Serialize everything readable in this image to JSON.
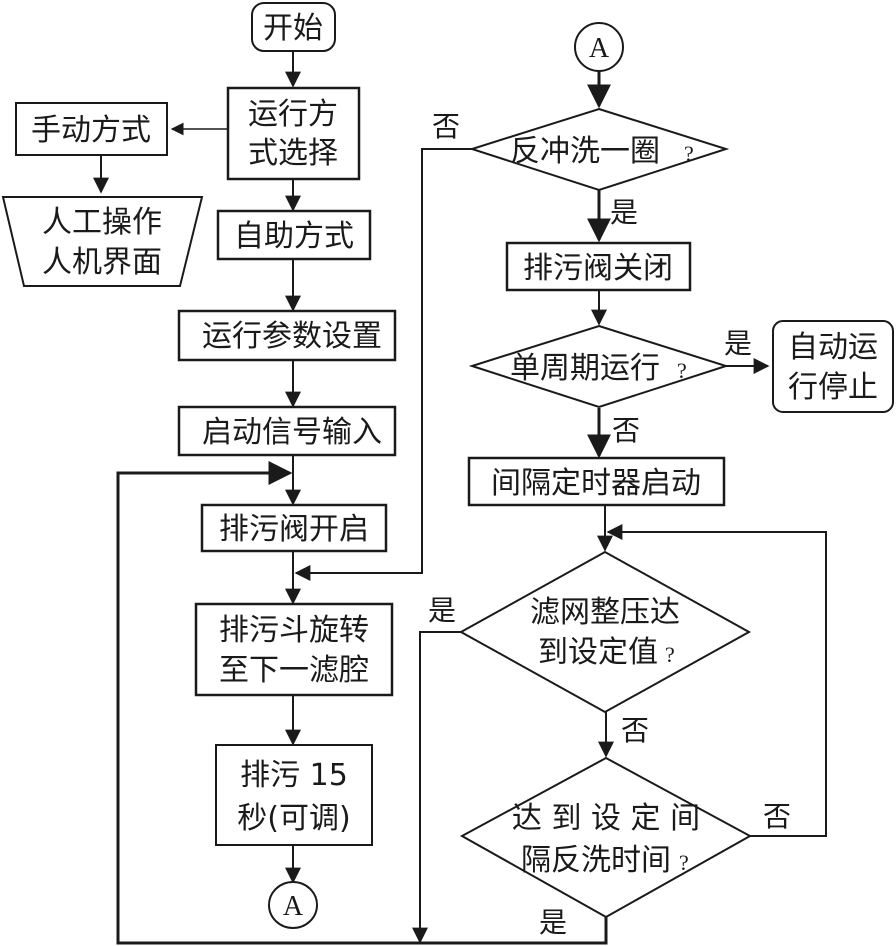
{
  "diagram": {
    "type": "flowchart",
    "nodes": {
      "start": {
        "label": "开始",
        "shape": "rounded-rect"
      },
      "mode_select": {
        "label_line1": "运行方",
        "label_line2": "式选择",
        "shape": "rect"
      },
      "manual_mode": {
        "label": "手动方式",
        "shape": "rect"
      },
      "hmi": {
        "label_line1": "人工操作",
        "label_line2": "人机界面",
        "shape": "trapezoid"
      },
      "auto_mode": {
        "label": "自助方式",
        "shape": "rect"
      },
      "param_setup": {
        "label": "运行参数设置",
        "shape": "rect"
      },
      "start_signal": {
        "label": "启动信号输入",
        "shape": "rect"
      },
      "valve_open": {
        "label": "排污阀开启",
        "shape": "rect"
      },
      "rotate": {
        "label_line1": "排污斗旋转",
        "label_line2": "至下一滤腔",
        "shape": "rect"
      },
      "drain": {
        "label_line1": "排污 15",
        "label_line2": "秒(可调)",
        "shape": "rect"
      },
      "connector_a_out": {
        "label": "A",
        "shape": "circle"
      },
      "connector_a_in": {
        "label": "A",
        "shape": "circle"
      },
      "backwash_cycle": {
        "label": "反冲洗一圈",
        "qmark": "?",
        "shape": "diamond"
      },
      "valve_close": {
        "label": "排污阀关闭",
        "shape": "rect"
      },
      "single_cycle": {
        "label": "单周期运行",
        "qmark": "?",
        "shape": "diamond"
      },
      "auto_stop": {
        "label_line1": "自动运",
        "label_line2": "行停止",
        "shape": "rounded-rect"
      },
      "timer_start": {
        "label": "间隔定时器启动",
        "shape": "rect"
      },
      "pressure_check": {
        "label_line1": "滤网整压达",
        "label_line2": "到设定值",
        "qmark": "?",
        "shape": "diamond"
      },
      "interval_check": {
        "label_line1": "达 到 设 定 间",
        "label_line2": "隔反洗时间",
        "qmark": "?",
        "shape": "diamond"
      }
    },
    "edge_labels": {
      "backwash_no": "否",
      "backwash_yes": "是",
      "single_yes": "是",
      "single_no": "否",
      "pressure_yes": "是",
      "pressure_no": "否",
      "interval_no": "否",
      "interval_yes": "是"
    },
    "edges": [
      {
        "from": "start",
        "to": "mode_select"
      },
      {
        "from": "mode_select",
        "to": "manual_mode"
      },
      {
        "from": "manual_mode",
        "to": "hmi"
      },
      {
        "from": "mode_select",
        "to": "auto_mode"
      },
      {
        "from": "auto_mode",
        "to": "param_setup"
      },
      {
        "from": "param_setup",
        "to": "start_signal"
      },
      {
        "from": "start_signal",
        "to": "valve_open"
      },
      {
        "from": "valve_open",
        "to": "rotate"
      },
      {
        "from": "rotate",
        "to": "drain"
      },
      {
        "from": "drain",
        "to": "connector_a_out"
      },
      {
        "from": "connector_a_in",
        "to": "backwash_cycle"
      },
      {
        "from": "backwash_cycle",
        "to": "valve_close",
        "label": "是"
      },
      {
        "from": "backwash_cycle",
        "to": "rotate",
        "label": "否"
      },
      {
        "from": "valve_close",
        "to": "single_cycle"
      },
      {
        "from": "single_cycle",
        "to": "auto_stop",
        "label": "是"
      },
      {
        "from": "single_cycle",
        "to": "timer_start",
        "label": "否"
      },
      {
        "from": "timer_start",
        "to": "pressure_check"
      },
      {
        "from": "pressure_check",
        "to": "valve_open",
        "label": "是"
      },
      {
        "from": "pressure_check",
        "to": "interval_check",
        "label": "否"
      },
      {
        "from": "interval_check",
        "to": "pressure_check",
        "label": "否"
      },
      {
        "from": "interval_check",
        "to": "valve_open",
        "label": "是"
      }
    ]
  }
}
